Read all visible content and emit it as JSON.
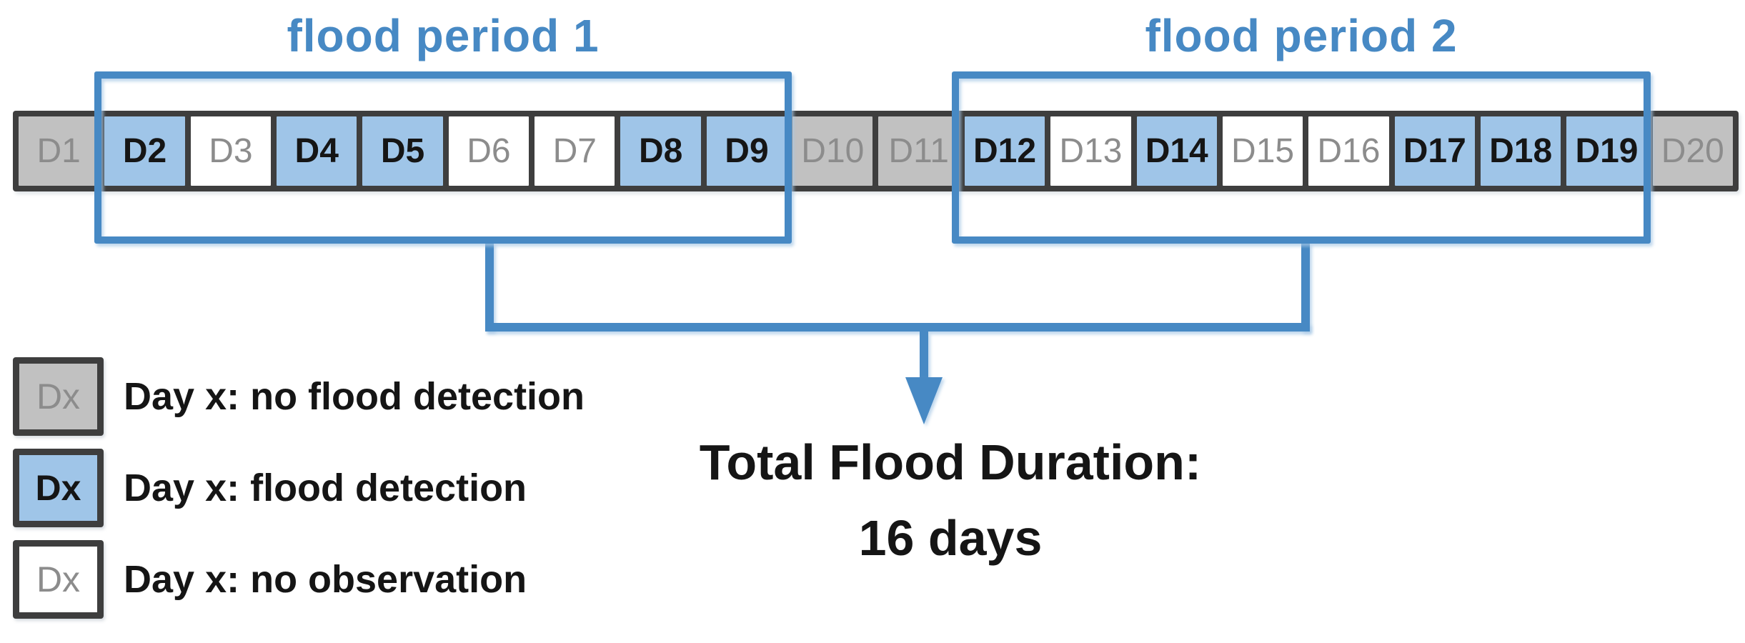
{
  "colors": {
    "bracket_blue": "#4789c4",
    "flood_fill": "#9fc5e8",
    "no_detection_fill": "#c1c1c1",
    "no_observation_fill": "#ffffff",
    "border_dark": "#3e3e3e",
    "gray_text": "#8c8c8c",
    "black_text": "#151515"
  },
  "flood_periods": [
    {
      "label": "flood period 1",
      "start_day": "D2",
      "end_day": "D9"
    },
    {
      "label": "flood period 2",
      "start_day": "D12",
      "end_day": "D19"
    }
  ],
  "timeline": {
    "days": [
      {
        "label": "D1",
        "state": "no_detection"
      },
      {
        "label": "D2",
        "state": "flood"
      },
      {
        "label": "D3",
        "state": "no_observation"
      },
      {
        "label": "D4",
        "state": "flood"
      },
      {
        "label": "D5",
        "state": "flood"
      },
      {
        "label": "D6",
        "state": "no_observation"
      },
      {
        "label": "D7",
        "state": "no_observation"
      },
      {
        "label": "D8",
        "state": "flood"
      },
      {
        "label": "D9",
        "state": "flood"
      },
      {
        "label": "D10",
        "state": "no_detection"
      },
      {
        "label": "D11",
        "state": "no_detection"
      },
      {
        "label": "D12",
        "state": "flood"
      },
      {
        "label": "D13",
        "state": "no_observation"
      },
      {
        "label": "D14",
        "state": "flood"
      },
      {
        "label": "D15",
        "state": "no_observation"
      },
      {
        "label": "D16",
        "state": "no_observation"
      },
      {
        "label": "D17",
        "state": "flood"
      },
      {
        "label": "D18",
        "state": "flood"
      },
      {
        "label": "D19",
        "state": "flood"
      },
      {
        "label": "D20",
        "state": "no_detection"
      }
    ]
  },
  "total": {
    "line1": "Total Flood Duration:",
    "line2": "16 days"
  },
  "legend": {
    "items": [
      {
        "swatch_label": "Dx",
        "state": "no_detection",
        "label": "Day x: no flood detection"
      },
      {
        "swatch_label": "Dx",
        "state": "flood",
        "label": "Day x: flood detection"
      },
      {
        "swatch_label": "Dx",
        "state": "no_observation",
        "label": "Day x: no observation"
      }
    ]
  }
}
